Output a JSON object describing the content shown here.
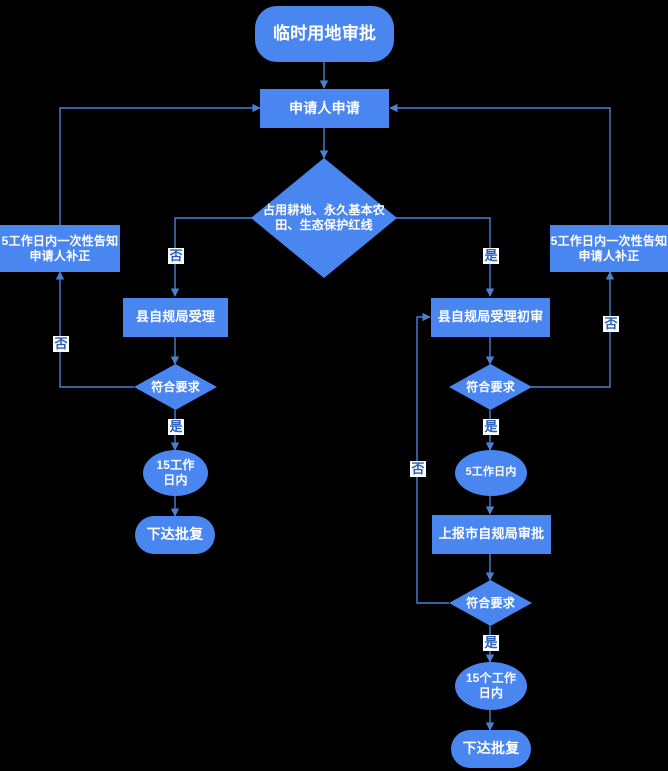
{
  "diagram": {
    "title": "临时用地审批",
    "background_color": "#000000",
    "node_fill": "#4a86f0",
    "node_text_color": "#ffffff",
    "edge_color": "#4a7fd4",
    "edge_label_bg": "#ffffff",
    "edge_label_color": "#2a5fbb",
    "nodes": [
      {
        "id": "start",
        "shape": "stadium",
        "label": "临时用地审批"
      },
      {
        "id": "apply",
        "shape": "rect",
        "label": "申请人申请"
      },
      {
        "id": "decision_land",
        "shape": "diamond",
        "label": "占用耕地、永久基本农田、生态保护红线"
      },
      {
        "id": "notify_left",
        "shape": "rect",
        "label": "5工作日内一次性告知申请人补正"
      },
      {
        "id": "notify_right",
        "shape": "rect",
        "label": "5工作日内一次性告知申请人补正"
      },
      {
        "id": "accept_left",
        "shape": "rect",
        "label": "县自规局受理"
      },
      {
        "id": "accept_right",
        "shape": "rect",
        "label": "县自规局受理初审"
      },
      {
        "id": "check_left",
        "shape": "diamond",
        "label": "符合要求"
      },
      {
        "id": "check_right",
        "shape": "diamond",
        "label": "符合要求"
      },
      {
        "id": "days15_left",
        "shape": "ellipse",
        "label": "15工作日内"
      },
      {
        "id": "days5_right",
        "shape": "ellipse",
        "label": "5工作日内"
      },
      {
        "id": "reply_left",
        "shape": "stadium",
        "label": "下达批复"
      },
      {
        "id": "report_city",
        "shape": "rect",
        "label": "上报市自规局审批"
      },
      {
        "id": "check_city",
        "shape": "diamond",
        "label": "符合要求"
      },
      {
        "id": "days15_right",
        "shape": "ellipse",
        "label": "15个工作日内"
      },
      {
        "id": "reply_right",
        "shape": "stadium",
        "label": "下达批复"
      }
    ],
    "edge_labels": {
      "land_no": "否",
      "land_yes": "是",
      "check_left_no": "否",
      "check_left_yes": "是",
      "check_right_no": "否",
      "check_right_yes": "是",
      "check_city_no": "否",
      "check_city_yes": "是"
    }
  }
}
